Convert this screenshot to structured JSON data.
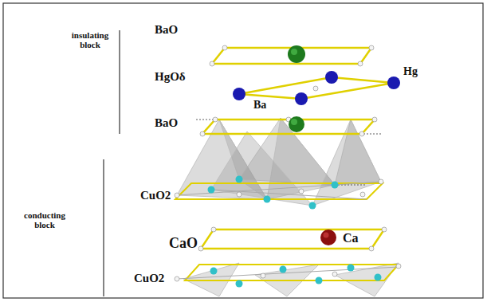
{
  "diagram": {
    "labels": [
      "insulating block",
      "BaO",
      "HgOδ",
      "Hg",
      "Ba",
      "BaO",
      "CuO2",
      "conducting block",
      "CaO",
      "Ca",
      "CuO2"
    ]
  }
}
